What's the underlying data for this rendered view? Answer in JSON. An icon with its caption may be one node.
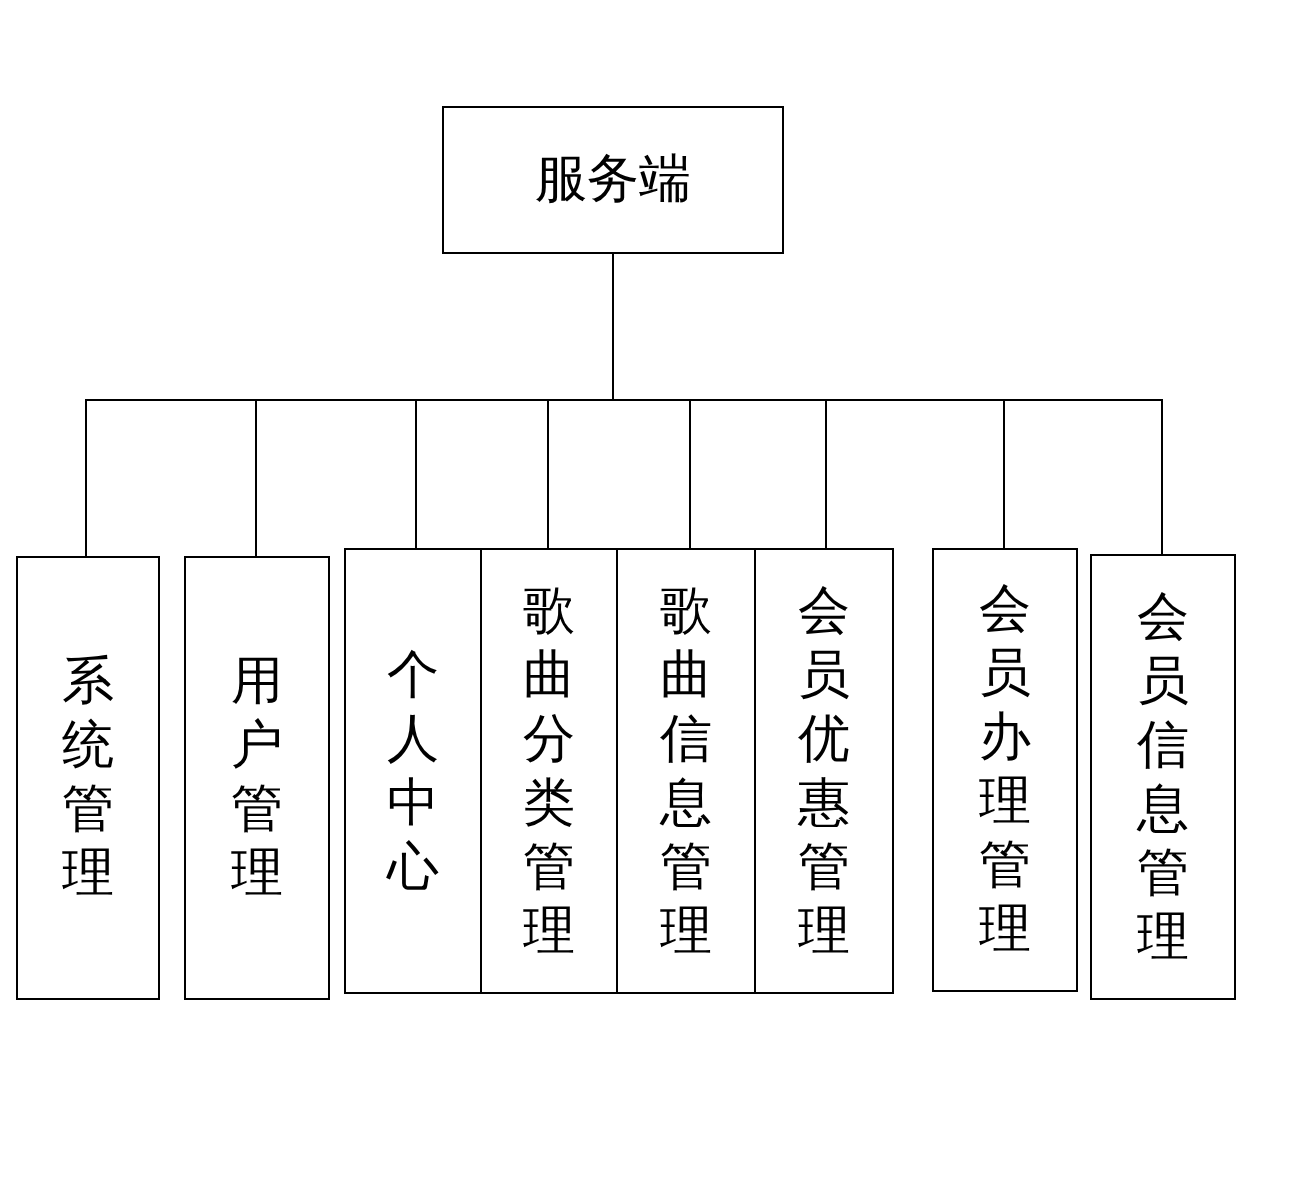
{
  "diagram": {
    "nodes": [
      {
        "text": [
          "服务端"
        ]
      },
      {
        "text": [
          "系统管理"
        ]
      },
      {
        "text": [
          "用户管理"
        ]
      },
      {
        "text": [
          "个人中心"
        ]
      },
      {
        "text": [
          "歌曲分类管理"
        ]
      },
      {
        "text": [
          "歌曲信息管理"
        ]
      },
      {
        "text": [
          "会员优惠管理"
        ]
      },
      {
        "text": [
          "会员办理管理"
        ]
      },
      {
        "text": [
          "会员信息管理"
        ]
      }
    ],
    "edges": [
      {
        "from": 0,
        "to": 1,
        "arrow": "none"
      },
      {
        "from": 0,
        "to": 2,
        "arrow": "none"
      },
      {
        "from": 0,
        "to": 3,
        "arrow": "none"
      },
      {
        "from": 0,
        "to": 4,
        "arrow": "none"
      },
      {
        "from": 0,
        "to": 5,
        "arrow": "none"
      },
      {
        "from": 0,
        "to": 6,
        "arrow": "none"
      },
      {
        "from": 0,
        "to": 7,
        "arrow": "none"
      },
      {
        "from": 0,
        "to": 8,
        "arrow": "none"
      }
    ]
  }
}
